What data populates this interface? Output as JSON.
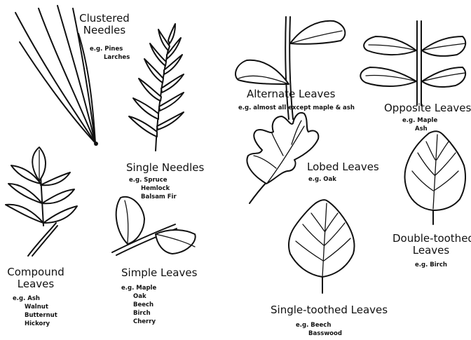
{
  "clustered": {
    "title_1": "Clustered",
    "title_2": "Needles",
    "eg": [
      "e.g. Pines",
      "Larches"
    ]
  },
  "single_needles": {
    "title": "Single Needles",
    "eg": [
      "e.g. Spruce",
      "Hemlock",
      "Balsam Fir"
    ]
  },
  "compound": {
    "title_1": "Compound",
    "title_2": "Leaves",
    "eg": [
      "e.g. Ash",
      "Walnut",
      "Butternut",
      "Hickory"
    ]
  },
  "simple": {
    "title": "Simple Leaves",
    "eg": [
      "e.g. Maple",
      "Oak",
      "Beech",
      "Birch",
      "Cherry"
    ]
  },
  "alternate": {
    "title": "Alternate Leaves",
    "eg": [
      "e.g. almost all except maple & ash"
    ]
  },
  "opposite": {
    "title": "Opposite Leaves",
    "eg": [
      "e.g. Maple",
      "Ash"
    ]
  },
  "lobed": {
    "title": "Lobed Leaves",
    "eg": [
      "e.g. Oak"
    ]
  },
  "double_toothed": {
    "title_1": "Double-toothed",
    "title_2": "Leaves",
    "eg": [
      "e.g. Birch"
    ]
  },
  "single_toothed": {
    "title": "Single-toothed Leaves",
    "eg": [
      "e.g. Beech",
      "Basswood"
    ]
  }
}
